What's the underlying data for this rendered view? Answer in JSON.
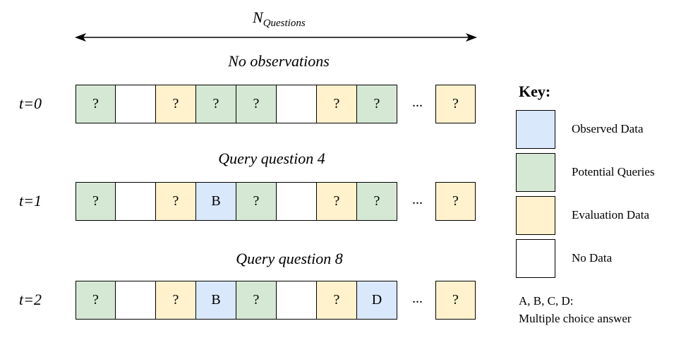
{
  "colors": {
    "observed": "#dae8fc",
    "potential": "#d5e8d4",
    "evaluation": "#fff2cc",
    "none": "#ffffff"
  },
  "header": {
    "n_main": "N",
    "n_sub": "Questions"
  },
  "rows": [
    {
      "caption": "No observations",
      "time": "t=0",
      "cells": [
        {
          "type": "potential",
          "text": "?"
        },
        {
          "type": "none",
          "text": ""
        },
        {
          "type": "evaluation",
          "text": "?"
        },
        {
          "type": "potential",
          "text": "?"
        },
        {
          "type": "potential",
          "text": "?"
        },
        {
          "type": "none",
          "text": ""
        },
        {
          "type": "evaluation",
          "text": "?"
        },
        {
          "type": "potential",
          "text": "?"
        }
      ],
      "ellipsis": "...",
      "last_cell": {
        "type": "evaluation",
        "text": "?"
      }
    },
    {
      "caption": "Query question 4",
      "time": "t=1",
      "cells": [
        {
          "type": "potential",
          "text": "?"
        },
        {
          "type": "none",
          "text": ""
        },
        {
          "type": "evaluation",
          "text": "?"
        },
        {
          "type": "observed",
          "text": "B"
        },
        {
          "type": "potential",
          "text": "?"
        },
        {
          "type": "none",
          "text": ""
        },
        {
          "type": "evaluation",
          "text": "?"
        },
        {
          "type": "potential",
          "text": "?"
        }
      ],
      "ellipsis": "...",
      "last_cell": {
        "type": "evaluation",
        "text": "?"
      }
    },
    {
      "caption": "Query question 8",
      "time": "t=2",
      "cells": [
        {
          "type": "potential",
          "text": "?"
        },
        {
          "type": "none",
          "text": ""
        },
        {
          "type": "evaluation",
          "text": "?"
        },
        {
          "type": "observed",
          "text": "B"
        },
        {
          "type": "potential",
          "text": "?"
        },
        {
          "type": "none",
          "text": ""
        },
        {
          "type": "evaluation",
          "text": "?"
        },
        {
          "type": "observed",
          "text": "D"
        }
      ],
      "ellipsis": "...",
      "last_cell": {
        "type": "evaluation",
        "text": "?"
      }
    }
  ],
  "key": {
    "title": "Key:",
    "items": [
      {
        "type": "observed",
        "label": "Observed Data"
      },
      {
        "type": "potential",
        "label": "Potential Queries"
      },
      {
        "type": "evaluation",
        "label": "Evaluation Data"
      },
      {
        "type": "none",
        "label": "No Data"
      }
    ],
    "note_line1": "A, B, C, D:",
    "note_line2": "Multiple choice answer"
  }
}
